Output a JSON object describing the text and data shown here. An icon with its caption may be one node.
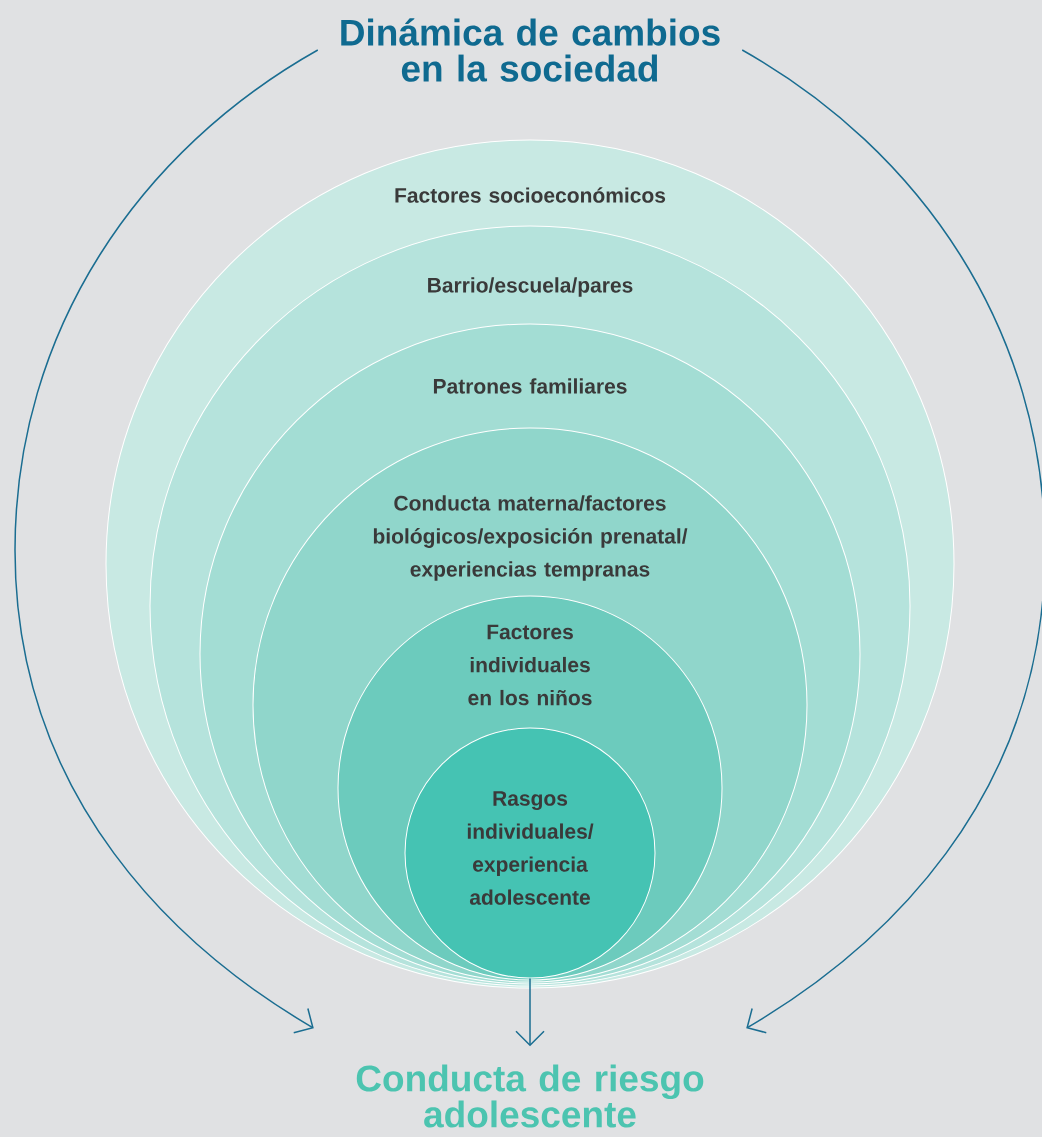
{
  "diagram": {
    "nodes": [
      {
        "text": [
          "Dinámica de cambios en la sociedad"
        ]
      },
      {
        "text": [
          "Factores socioeconómicos"
        ]
      },
      {
        "text": [
          "Barrio/escuela/pares"
        ],
        "in": 1
      },
      {
        "text": [
          "Patrones familiares"
        ],
        "in": 2
      },
      {
        "text": [
          "Conducta materna/factores biológicos/exposición prenatal/ experiencias tempranas"
        ],
        "in": 3
      },
      {
        "text": [
          "Factores individuales en los niños"
        ],
        "in": 4
      },
      {
        "text": [
          "Rasgos individuales/ experiencia adolescente"
        ],
        "in": 5
      },
      {
        "text": [
          "Conducta de riesgo adolescente"
        ]
      }
    ],
    "edges": [
      {
        "from": 0,
        "to": 7,
        "arrow": "to"
      },
      {
        "from": 0,
        "to": 7,
        "arrow": "to"
      },
      {
        "from": 6,
        "to": 7,
        "arrow": "to"
      }
    ]
  }
}
